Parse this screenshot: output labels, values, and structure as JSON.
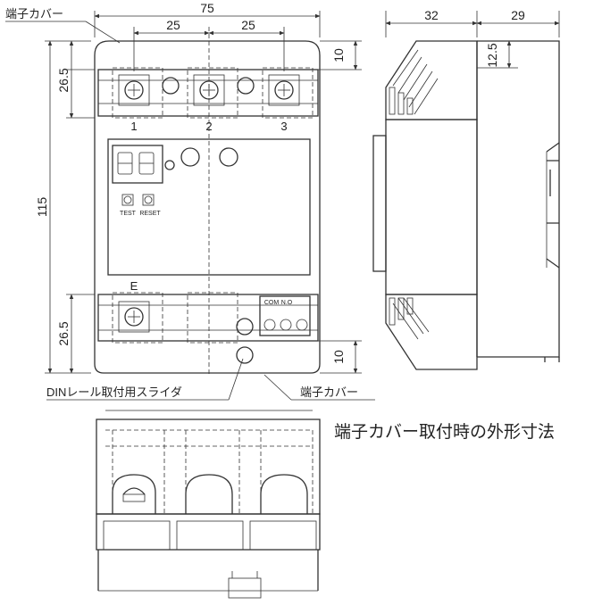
{
  "labels": {
    "top_cover": "端子カバー",
    "din_slider": "DINレール取付用スライダ",
    "bottom_cover": "端子カバー",
    "caption": "端子カバー取付時の外形寸法",
    "terminal_1": "1",
    "terminal_2": "2",
    "terminal_3": "3",
    "terminal_e": "E",
    "test_button": "TEST",
    "reset_button": "RESET",
    "contact_com": "COM",
    "contact_no": "N.O"
  },
  "dimensions": {
    "overall_width": "75",
    "pitch_left": "25",
    "pitch_right": "25",
    "overall_height": "115",
    "top_terminal_height": "26.5",
    "bottom_terminal_height": "26.5",
    "top_margin": "10",
    "bottom_margin": "10",
    "side_depth_left": "32",
    "side_depth_right": "29",
    "side_top_offset": "12.5"
  }
}
